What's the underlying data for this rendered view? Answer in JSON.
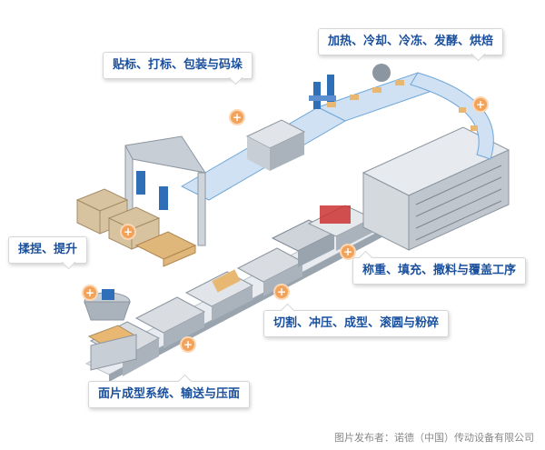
{
  "colors": {
    "label_text": "#1a4f9c",
    "plus_marker": "#f3a25a",
    "conveyor": "#6fa7d8",
    "machine_body": "#d9dde2",
    "machine_dark": "#7b8591",
    "robot_blue": "#2e6fb8"
  },
  "callouts": {
    "labeling": "贴标、打标、包装与码垛",
    "heating": "加热、冷却、冷冻、发酵、烘焙",
    "picking": "揉捏、提升",
    "weighing": "称重、填充、撒料与覆盖工序",
    "cutting": "切割、冲压、成型、滚圆与粉碎",
    "sheeting": "面片成型系统、输送与压面"
  },
  "plus_symbol": "+",
  "caption": "图片发布者：诺德（中国）传动设备有限公司"
}
